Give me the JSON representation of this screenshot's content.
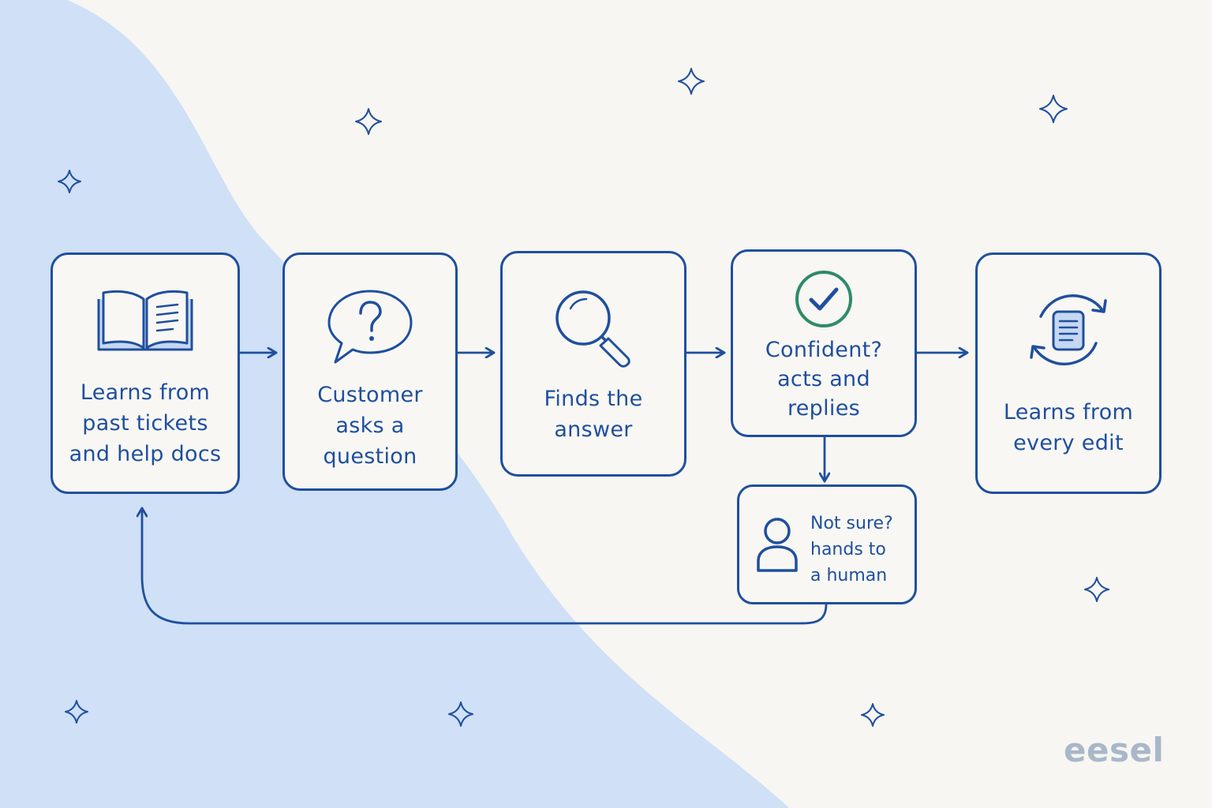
{
  "steps": [
    {
      "label": "Learns from\npast tickets\nand help docs",
      "icon": "open-book-icon"
    },
    {
      "label": "Customer\nasks a\nquestion",
      "icon": "question-bubble-icon"
    },
    {
      "label": "Finds the\nanswer",
      "icon": "magnifier-icon"
    },
    {
      "label": "Confident?\nacts and\nreplies",
      "icon": "check-circle-icon"
    },
    {
      "label": "Learns from\nevery edit",
      "icon": "refresh-document-icon"
    }
  ],
  "handoff": {
    "label": "Not sure?\nhands to\na human",
    "icon": "person-icon"
  },
  "brand": "eesel",
  "colors": {
    "stroke": "#1f4f9e",
    "background": "#f7f6f2",
    "wave": "#cfe0f7",
    "check": "#2e8b6a",
    "brand": "#a9b7c9"
  }
}
